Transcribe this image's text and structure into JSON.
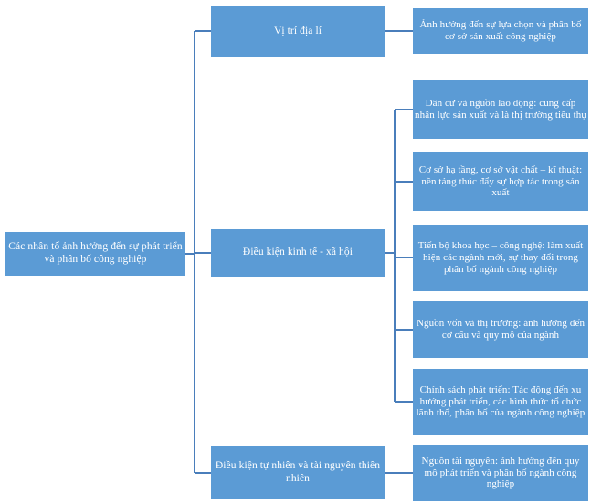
{
  "diagram": {
    "type": "hierarchy-tree",
    "orientation": "left-to-right",
    "colors": {
      "node_fill": "#5B9BD5",
      "node_text": "#FFFFFF",
      "connector": "#4A7EBB",
      "background": "#FFFFFF"
    },
    "root": {
      "label": "Các nhân tố ảnh hưởng đến sự phát triển và phân bố công nghiệp"
    },
    "branches": [
      {
        "label": "Vị trí địa lí",
        "children": [
          {
            "label": "Ảnh hưởng đến sự lựa chọn và phân bố cơ sở sản xuất công nghiệp"
          }
        ]
      },
      {
        "label": "Điều kiện kinh tế - xã hội",
        "children": [
          {
            "label": "Dân cư và nguồn lao động: cung cấp nhân lực sản xuất và là thị trường tiêu thụ"
          },
          {
            "label": "Cơ sở hạ tầng, cơ sở vật chất – kĩ thuật: nền tảng thúc đẩy sự hợp tác trong sản xuất"
          },
          {
            "label": "Tiến bộ khoa học – công nghệ: làm xuất hiện các ngành mới, sự thay đổi trong phân bố ngành công nghiệp"
          },
          {
            "label": "Nguồn vốn và thị trường: ảnh hưởng đến cơ cấu và quy mô của ngành"
          },
          {
            "label": "Chính sách phát triển: Tác động đến xu hướng phát triển, các hình thức tổ chức lãnh thổ, phân bố của ngành công nghiệp"
          }
        ]
      },
      {
        "label": "Điều kiện tự nhiên và tài nguyên thiên nhiên",
        "children": [
          {
            "label": "Nguồn tài nguyên: ảnh hưởng đến quy mô phát triển và phân bố ngành công nghiệp"
          }
        ]
      }
    ]
  }
}
